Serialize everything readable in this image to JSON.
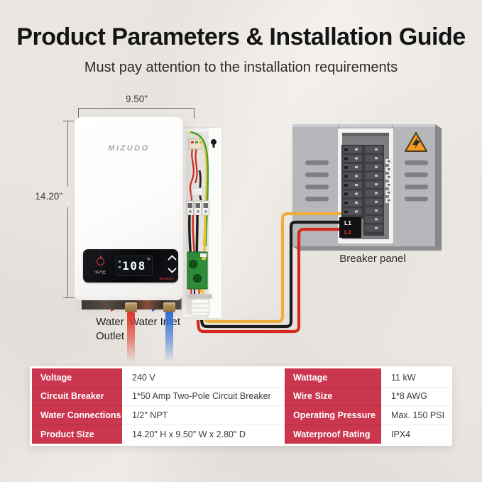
{
  "header": {
    "title": "Product Parameters & Installation Guide",
    "subtitle": "Must pay attention to the installation requirements"
  },
  "diagram": {
    "width_label": "9.50\"",
    "height_label": "14.20\"",
    "brand": "MIZUDO",
    "display_value": "108",
    "display_unit_indicator": "°F",
    "temp_unit_label": "°F/°C",
    "water_outlet_label": "Water Outlet",
    "water_inlet_label": "Water Inlet",
    "breaker_panel_label": "Breaker panel",
    "l1_label": "L1",
    "l2_label": "L2"
  },
  "spec_table": {
    "left": [
      {
        "label": "Voltage",
        "value": "240 V"
      },
      {
        "label": "Circuit Breaker",
        "value": "1*50 Amp Two-Pole Circuit Breaker"
      },
      {
        "label": "Water Connections",
        "value": "1/2\" NPT"
      },
      {
        "label": "Product Size",
        "value": "14.20\" H x 9.50\" W x 2.80\" D"
      }
    ],
    "right": [
      {
        "label": "Wattage",
        "value": "11 kW"
      },
      {
        "label": "Wire Size",
        "value": "1*8 AWG"
      },
      {
        "label": "Operating Pressure",
        "value": "Max. 150 PSI"
      },
      {
        "label": "Waterproof Rating",
        "value": "IPX4"
      }
    ]
  },
  "colors": {
    "accent_red": "#C9364E",
    "wire_yellow": "#EFAE3B",
    "wire_red": "#D6291E",
    "wire_black": "#1B1B1B",
    "pipe_red": "#DF3629",
    "pipe_blue": "#2E6ED5",
    "warning_orange": "#F59B22",
    "panel_gray": "#B5B7BA"
  }
}
